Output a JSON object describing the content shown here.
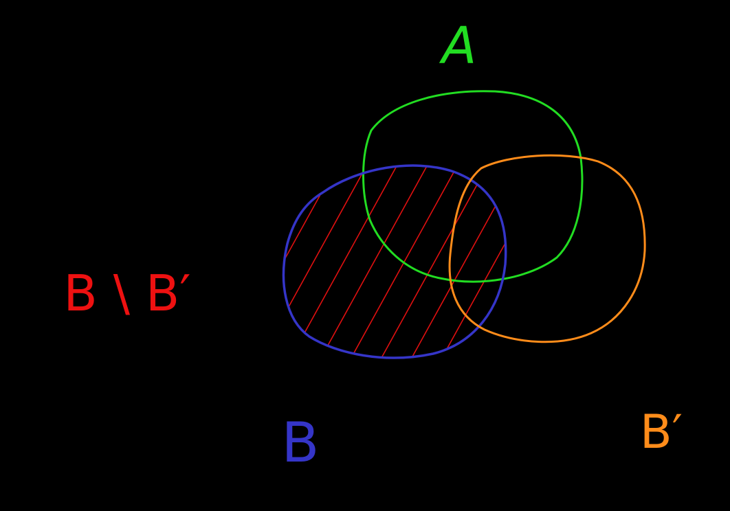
{
  "diagram": {
    "expression": "B \\ B′",
    "sets": [
      {
        "id": "A",
        "label": "A",
        "color": "#22dd22"
      },
      {
        "id": "B",
        "label": "B",
        "color": "#3535c8"
      },
      {
        "id": "B_complement",
        "label": "B′",
        "color": "#ff8c1a"
      }
    ],
    "expression_color": "#ee1111",
    "shading_color": "#e01010",
    "background": "#000000"
  }
}
